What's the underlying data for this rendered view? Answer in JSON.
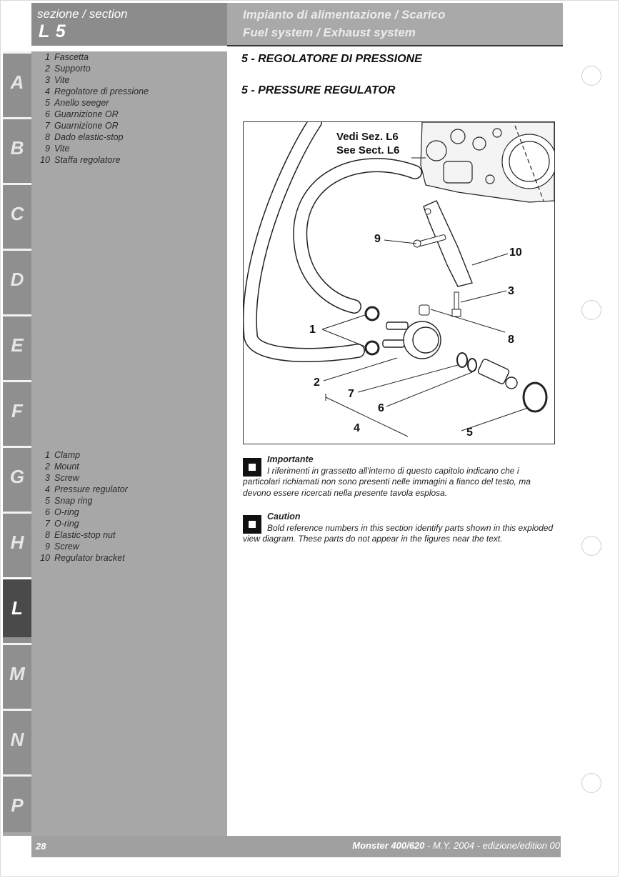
{
  "header": {
    "section_label": "sezione / section",
    "section_code": "L 5",
    "title_it": "Impianto di alimentazione / Scarico",
    "title_en": "Fuel system / Exhaust system"
  },
  "tabs": [
    "A",
    "B",
    "C",
    "D",
    "E",
    "F",
    "G",
    "H",
    "L",
    "M",
    "N",
    "P"
  ],
  "active_tab": "L",
  "parts_it": [
    {
      "n": "1",
      "label": "Fascetta"
    },
    {
      "n": "2",
      "label": "Supporto"
    },
    {
      "n": "3",
      "label": "Vite"
    },
    {
      "n": "4",
      "label": "Regolatore di pressione"
    },
    {
      "n": "5",
      "label": "Anello seeger"
    },
    {
      "n": "6",
      "label": "Guarnizione OR"
    },
    {
      "n": "7",
      "label": "Guarnizione OR"
    },
    {
      "n": "8",
      "label": "Dado elastic-stop"
    },
    {
      "n": "9",
      "label": "Vite"
    },
    {
      "n": "10",
      "label": "Staffa regolatore"
    }
  ],
  "parts_en": [
    {
      "n": "1",
      "label": "Clamp"
    },
    {
      "n": "2",
      "label": "Mount"
    },
    {
      "n": "3",
      "label": "Screw"
    },
    {
      "n": "4",
      "label": "Pressure regulator"
    },
    {
      "n": "5",
      "label": "Snap ring"
    },
    {
      "n": "6",
      "label": "O-ring"
    },
    {
      "n": "7",
      "label": "O-ring"
    },
    {
      "n": "8",
      "label": "Elastic-stop nut"
    },
    {
      "n": "9",
      "label": "Screw"
    },
    {
      "n": "10",
      "label": "Regulator bracket"
    }
  ],
  "main": {
    "title_it": "5 - REGOLATORE DI PRESSIONE",
    "title_en": "5 - PRESSURE REGULATOR"
  },
  "figure": {
    "ref_it": "Vedi Sez. L6",
    "ref_en": "See Sect. L6",
    "callouts": [
      "9",
      "10",
      "3",
      "8",
      "1",
      "2",
      "7",
      "6",
      "4",
      "5"
    ]
  },
  "notes": [
    {
      "head": "Importante",
      "text": "I riferimenti in grassetto all'interno di questo capitolo indicano che i particolari richiamati non sono presenti nelle immagini a fianco del testo, ma devono essere ricercati nella presente tavola esplosa."
    },
    {
      "head": "Caution",
      "text": "Bold reference numbers in this section identify parts shown in this exploded view diagram. These parts do not appear in the figures near the text."
    }
  ],
  "footer": {
    "page": "28",
    "model": "Monster 400/620",
    "edition": " - M.Y. 2004 - edizione/edition 00"
  }
}
